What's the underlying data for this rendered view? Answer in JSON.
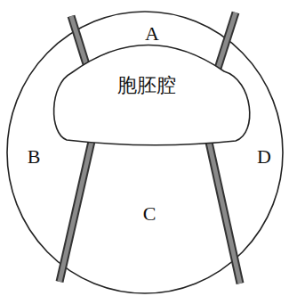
{
  "diagram": {
    "nodes": [
      {
        "text": [
          "胞胚腔"
        ]
      }
    ],
    "labels": [
      "A",
      "B",
      "D",
      "C"
    ]
  }
}
